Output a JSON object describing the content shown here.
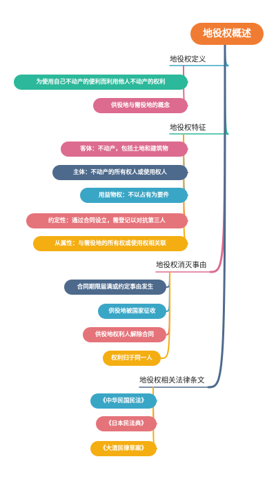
{
  "root": {
    "label": "地役权概述"
  },
  "branches": [
    {
      "label": "地役权定义",
      "color": "#3aa6c6",
      "items": [
        {
          "label": "为使用自己不动产的便利而利用他人不动产的权利",
          "color": "#2cb89a"
        },
        {
          "label": "供役地与需役地的概念",
          "color": "#dc6b8f"
        }
      ]
    },
    {
      "label": "地役权特征",
      "color": "#2cb89a",
      "items": [
        {
          "label": "客体：不动产，包括土地和建筑物",
          "color": "#dc6b8f"
        },
        {
          "label": "主体：不动产的所有权人或使用权人",
          "color": "#4d6a8c"
        },
        {
          "label": "用益物权：不以占有为要件",
          "color": "#3aa6c6"
        },
        {
          "label": "约定性：通过合同设立，需登记以对抗第三人",
          "color": "#e5737a"
        },
        {
          "label": "从属性：与需役地的所有权或使用权相关联",
          "color": "#f4ae12"
        }
      ]
    },
    {
      "label": "地役权消灭事由",
      "color": "#dc6b8f",
      "items": [
        {
          "label": "合同期限届满或约定事由发生",
          "color": "#4d6a8c"
        },
        {
          "label": "供役地被国家征收",
          "color": "#3aa6c6"
        },
        {
          "label": "供役地权利人解除合同",
          "color": "#e5737a"
        },
        {
          "label": "权利归于同一人",
          "color": "#f4ae12"
        }
      ]
    },
    {
      "label": "地役权相关法律条文",
      "color": "#4d6a8c",
      "items": [
        {
          "label": "《中华民国民法》",
          "color": "#3aa6c6"
        },
        {
          "label": "《日本民法典》",
          "color": "#e5737a"
        },
        {
          "label": "《大清民律草案》",
          "color": "#f4ae12"
        }
      ]
    }
  ]
}
